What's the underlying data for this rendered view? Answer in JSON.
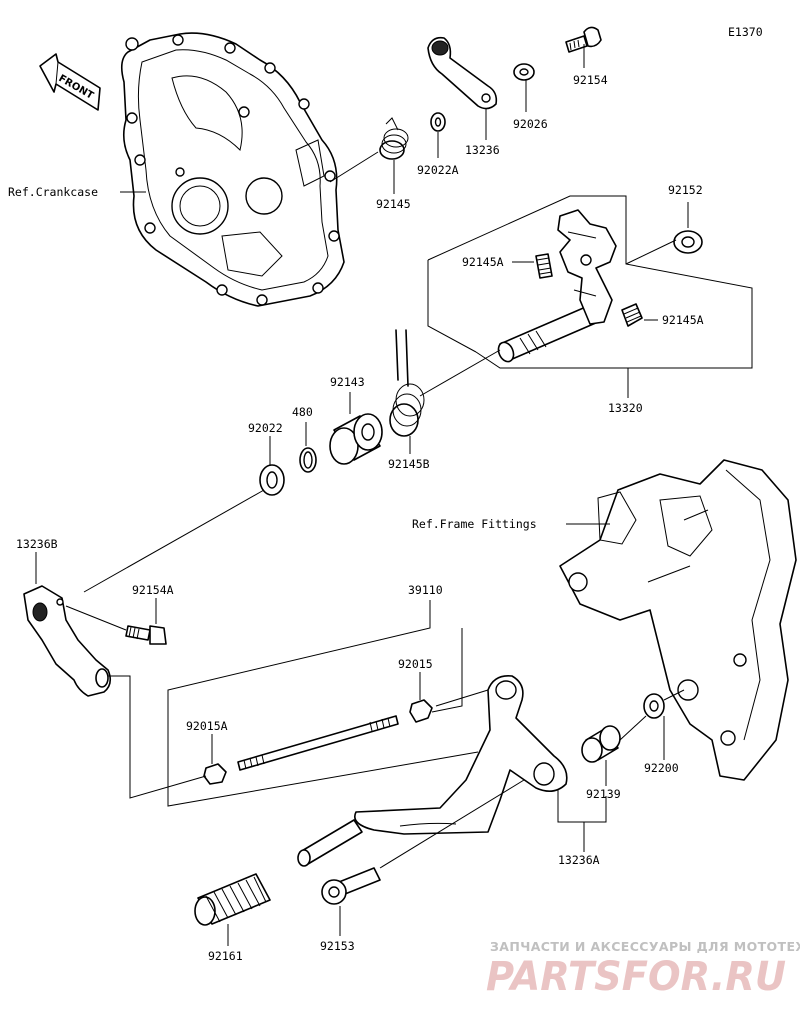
{
  "diagram": {
    "code": "E1370",
    "front_label": "FRONT",
    "refs": {
      "crankcase": "Ref.Crankcase",
      "frame_fittings": "Ref.Frame Fittings"
    },
    "parts": {
      "p92154": "92154",
      "p92026": "92026",
      "p13236": "13236",
      "p92022A": "92022A",
      "p92145": "92145",
      "p92152": "92152",
      "p92145A_1": "92145A",
      "p92145A_2": "92145A",
      "p13320": "13320",
      "p92143": "92143",
      "p480": "480",
      "p92022": "92022",
      "p92145B": "92145B",
      "p13236B": "13236B",
      "p92154A": "92154A",
      "p39110": "39110",
      "p92015": "92015",
      "p92015A": "92015A",
      "p92139": "92139",
      "p92200": "92200",
      "p13236A": "13236A",
      "p92161": "92161",
      "p92153": "92153"
    }
  },
  "watermark": {
    "tagline": "ЗАПЧАСТИ И АКСЕССУАРЫ ДЛЯ МОТОТЕХНИКИ",
    "logo": "PARTSFOR.RU"
  }
}
